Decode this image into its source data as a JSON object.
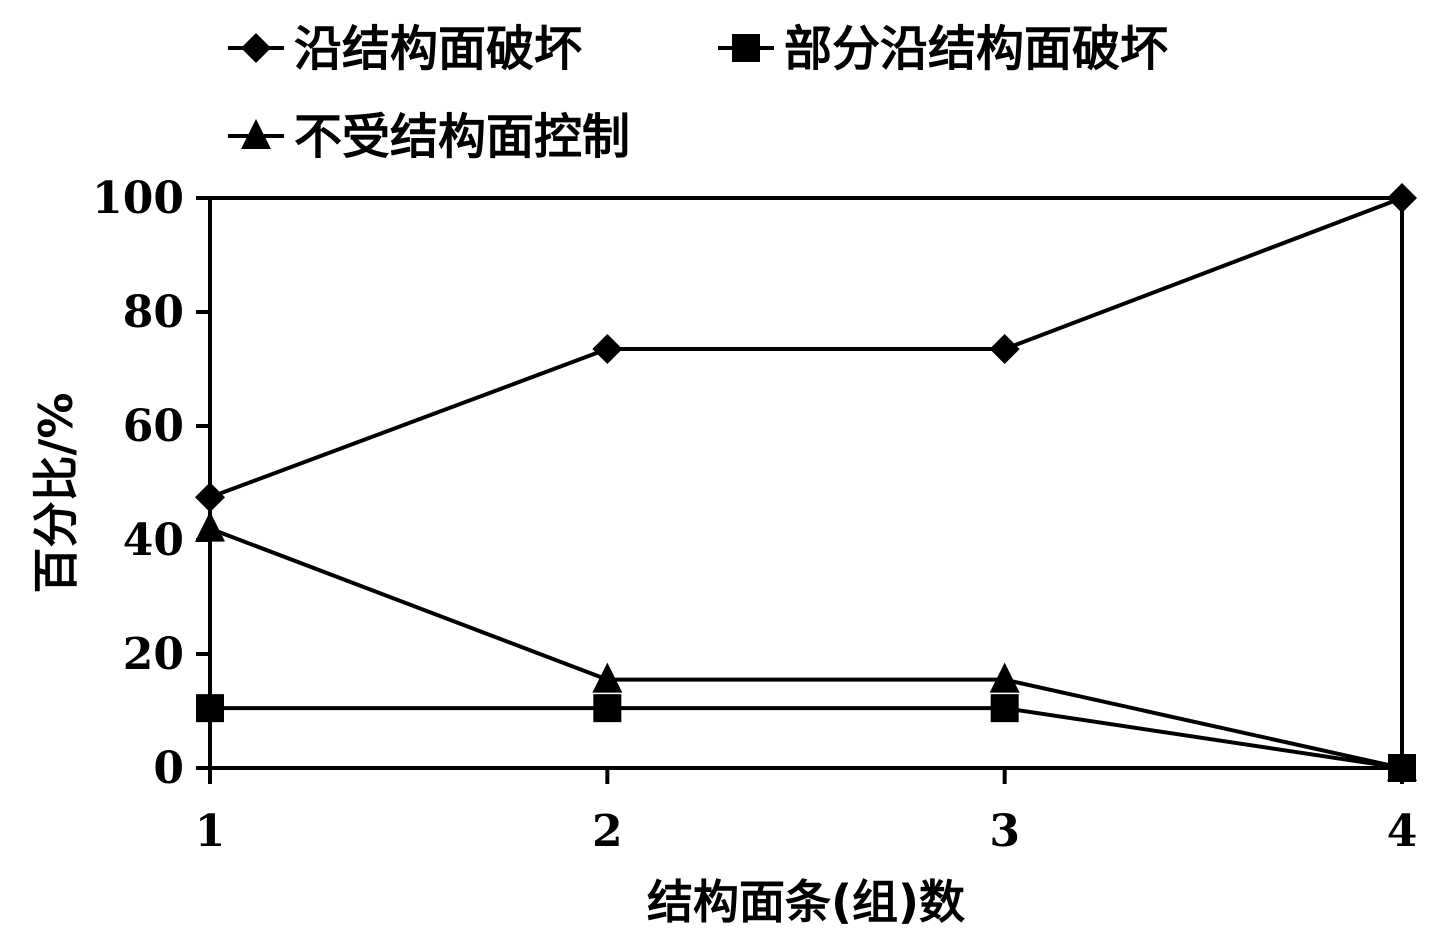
{
  "chart_data": {
    "type": "line",
    "xlabel": "结构面条(组)数",
    "ylabel": "百分比/%",
    "x": [
      1,
      2,
      3,
      4
    ],
    "x_ticks": [
      "1",
      "2",
      "3",
      "4"
    ],
    "y_ticks": [
      "0",
      "20",
      "40",
      "60",
      "80",
      "100"
    ],
    "ylim": [
      0,
      100
    ],
    "xlim": [
      1,
      4
    ],
    "grid": false,
    "legend_position": "top",
    "series": [
      {
        "name": "沿结构面破坏",
        "marker": "diamond",
        "values": [
          47.5,
          73.5,
          73.5,
          100
        ]
      },
      {
        "name": "部分沿结构面破坏",
        "marker": "square",
        "values": [
          10.5,
          10.5,
          10.5,
          0
        ]
      },
      {
        "name": "不受结构面控制",
        "marker": "triangle",
        "values": [
          42,
          15.5,
          15.5,
          0
        ]
      }
    ]
  }
}
